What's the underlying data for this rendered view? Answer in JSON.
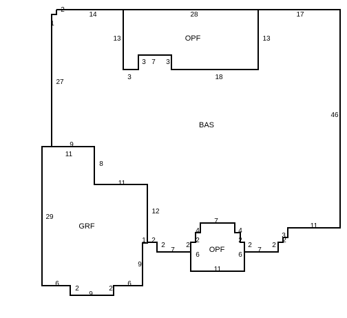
{
  "areas": [
    {
      "id": "bas",
      "label": "BAS"
    },
    {
      "id": "opf-top",
      "label": "OPF"
    },
    {
      "id": "grf",
      "label": "GRF"
    },
    {
      "id": "opf-bottom",
      "label": "OPF"
    }
  ],
  "dimensions": [
    {
      "id": "d-2-top",
      "label": "2"
    },
    {
      "id": "d-1-top",
      "label": "1"
    },
    {
      "id": "d-14",
      "label": "14"
    },
    {
      "id": "d-28",
      "label": "28"
    },
    {
      "id": "d-17",
      "label": "17"
    },
    {
      "id": "d-13-left",
      "label": "13"
    },
    {
      "id": "d-13-right",
      "label": "13"
    },
    {
      "id": "d-3-a",
      "label": "3"
    },
    {
      "id": "d-7-notch",
      "label": "7"
    },
    {
      "id": "d-3-b",
      "label": "3"
    },
    {
      "id": "d-3-c",
      "label": "3"
    },
    {
      "id": "d-18",
      "label": "18"
    },
    {
      "id": "d-27",
      "label": "27"
    },
    {
      "id": "d-46",
      "label": "46"
    },
    {
      "id": "d-9-garage",
      "label": "9"
    },
    {
      "id": "d-11-garage",
      "label": "11"
    },
    {
      "id": "d-8",
      "label": "8"
    },
    {
      "id": "d-11-mid",
      "label": "11"
    },
    {
      "id": "d-29",
      "label": "29"
    },
    {
      "id": "d-12",
      "label": "12"
    },
    {
      "id": "d-1-step",
      "label": "1"
    },
    {
      "id": "d-2-step",
      "label": "2"
    },
    {
      "id": "d-2-left",
      "label": "2"
    },
    {
      "id": "d-7-left",
      "label": "7"
    },
    {
      "id": "d-9-side",
      "label": "9"
    },
    {
      "id": "d-6-bl",
      "label": "6"
    },
    {
      "id": "d-2-bl",
      "label": "2"
    },
    {
      "id": "d-9-bottom",
      "label": "9"
    },
    {
      "id": "d-2-br",
      "label": "2"
    },
    {
      "id": "d-6-br",
      "label": "6"
    },
    {
      "id": "d-7-porch",
      "label": "7"
    },
    {
      "id": "d-4-left",
      "label": "4"
    },
    {
      "id": "d-4-right",
      "label": "4"
    },
    {
      "id": "d-2-pl-a",
      "label": "2"
    },
    {
      "id": "d-2-pl-b",
      "label": "2"
    },
    {
      "id": "d-2-pr-a",
      "label": "2"
    },
    {
      "id": "d-2-pr-b",
      "label": "2"
    },
    {
      "id": "d-6-pl",
      "label": "6"
    },
    {
      "id": "d-6-pr",
      "label": "6"
    },
    {
      "id": "d-11-porch",
      "label": "11"
    },
    {
      "id": "d-7-right",
      "label": "7"
    },
    {
      "id": "d-2-r-a",
      "label": "2"
    },
    {
      "id": "d-2-r-b",
      "label": "2"
    },
    {
      "id": "d-3-r",
      "label": "3"
    },
    {
      "id": "d-11-r",
      "label": "11"
    }
  ]
}
